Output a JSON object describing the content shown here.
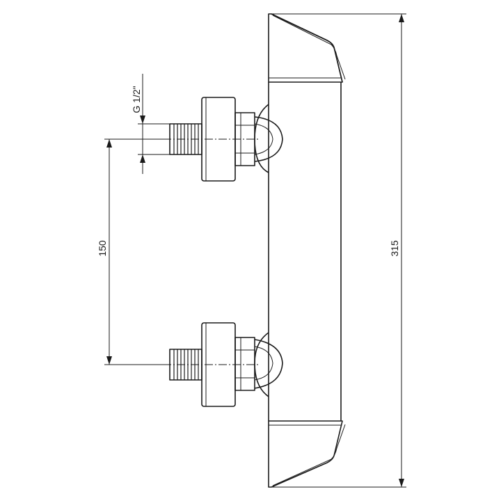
{
  "dimensions": {
    "thread": "G 1/2\"",
    "spacing": "150",
    "height": "315"
  }
}
